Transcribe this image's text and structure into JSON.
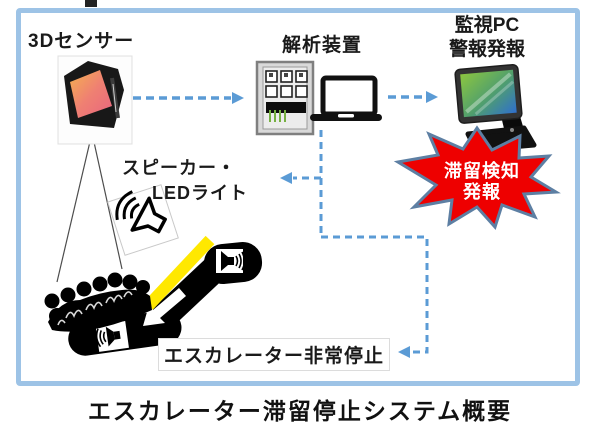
{
  "caption": "エスカレーター滞留停止システム概要",
  "nodes": {
    "sensor": {
      "label": "3Dセンサー"
    },
    "analyzer": {
      "label": "解析装置"
    },
    "monitor": {
      "label_line1": "監視PC",
      "label_line2": "警報発報"
    },
    "speaker": {
      "label_line1": "スピーカー・",
      "label_line2": "LEDライト"
    },
    "escalator": {
      "label": "エスカレーター非常停止"
    }
  },
  "alert": {
    "line1": "滞留検知",
    "line2": "発報"
  },
  "colors": {
    "frame_border": "#9dc3e6",
    "arrow_blue": "#5b9bd5",
    "alert_fill": "#ee0000",
    "alert_outline": "#5d7fa3",
    "handrail_yellow": "#ffe800",
    "panel_gray": "#d9d9d9",
    "pin_green": "#76b041",
    "monitor_screen_green": "#8cc63f",
    "monitor_screen_blue": "#2f6fce"
  },
  "icons": {
    "sensor_photo": "3d-sensor-photo",
    "cone": "sensor-detection-cone",
    "panel": "control-panel-icon",
    "laptop": "laptop-icon",
    "monitor": "touch-monitor-icon",
    "burst": "alert-burst",
    "speaker_led": "speaker-led-icon",
    "escalator": "escalator-icon",
    "crowd": "crowd-icon"
  }
}
